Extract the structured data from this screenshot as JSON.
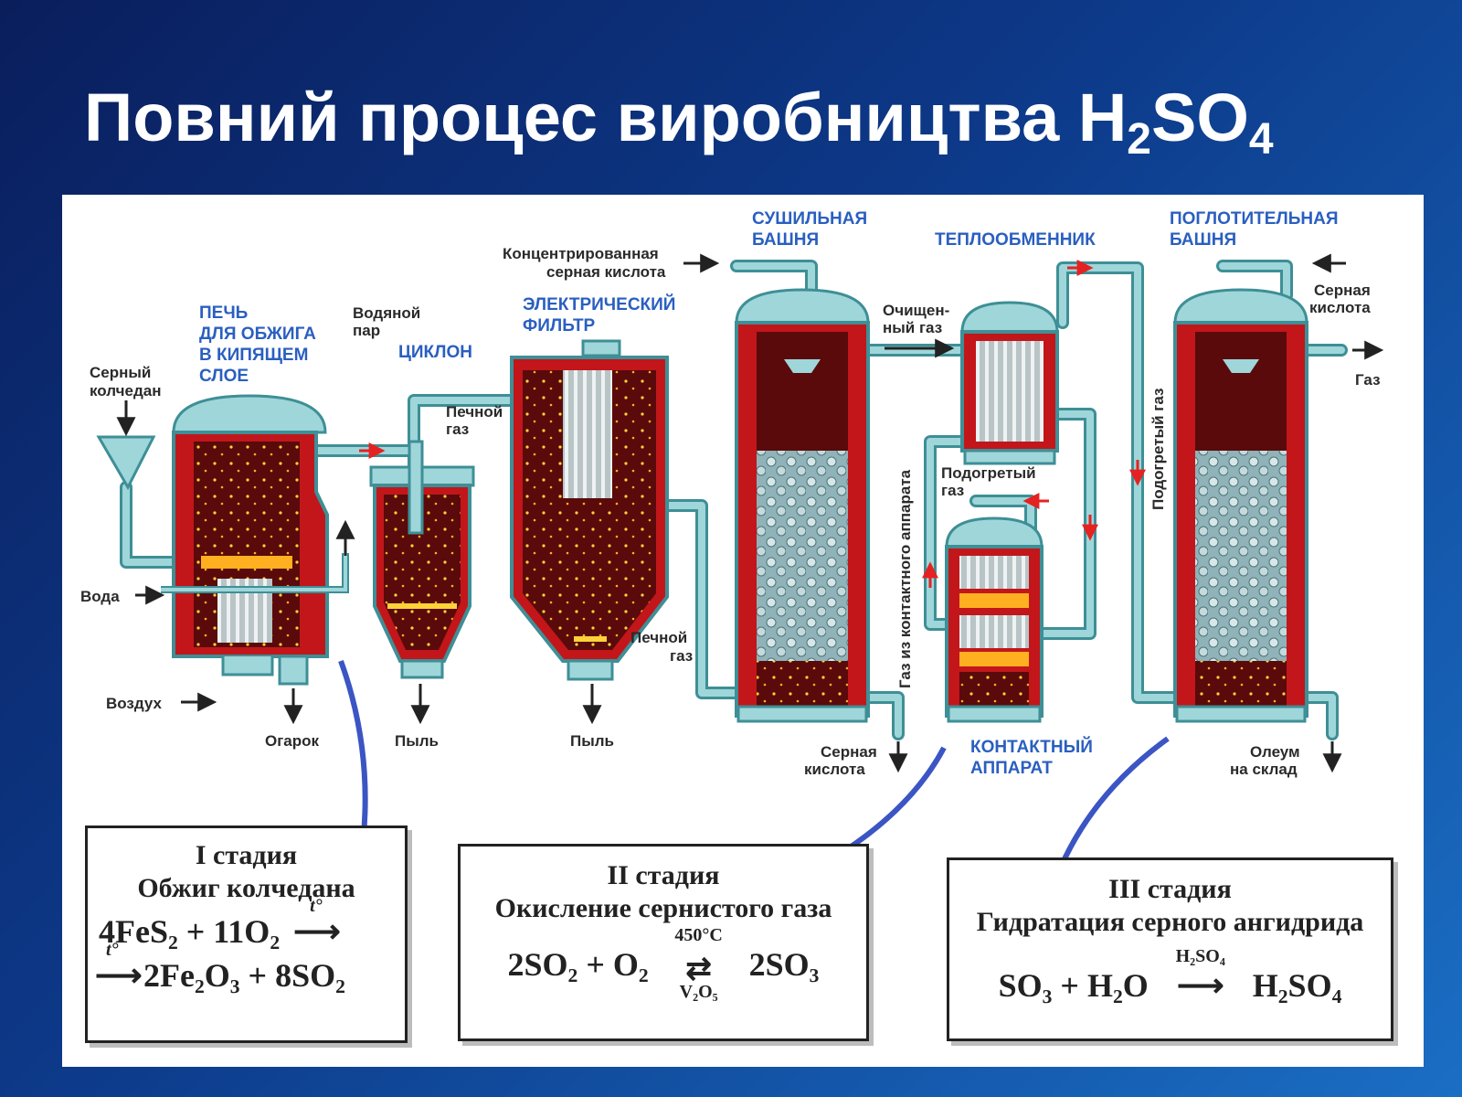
{
  "title": {
    "text_main": "Повний процес виробництва H",
    "sub_2": "2",
    "text_so": "SO",
    "sub_4": "4"
  },
  "diagram": {
    "labels": {
      "sernyi_kolchedan": [
        "Серный",
        "колчедан"
      ],
      "voda": "Вода",
      "vozdukh": "Воздух",
      "ogarok": "Огарок",
      "pech": [
        "ПЕЧЬ",
        "ДЛЯ ОБЖИГА",
        "В КИПЯЩЕМ",
        "СЛОЕ"
      ],
      "vodyanoi_par": [
        "Водяной",
        "пар"
      ],
      "tsiklon": "ЦИКЛОН",
      "pechnoi_gaz_1": [
        "Печной",
        "газ"
      ],
      "pyl_1": "Пыль",
      "elektricheskii_filtr": [
        "ЭЛЕКТРИЧЕСКИЙ",
        "ФИЛЬТР"
      ],
      "pechnoi_gaz_2": [
        "Печной",
        "газ"
      ],
      "pyl_2": "Пыль",
      "konts_kislota": [
        "Концентрированная",
        "серная кислота"
      ],
      "sushilnaya_bashnya": [
        "СУШИЛЬНАЯ",
        "БАШНЯ"
      ],
      "ochishchennyi_gaz": [
        "Очищен-",
        "ный газ"
      ],
      "sernaya_kislota_out": [
        "Серная",
        "кислота"
      ],
      "teploobmennik": "ТЕПЛООБМЕННИК",
      "podogretyi_gaz_1": [
        "Подогретый",
        "газ"
      ],
      "gaz_iz_kontaktnogo": "Газ из контактного аппарата",
      "podogretyi_gaz_2": "Подогретый газ",
      "kontaktnyi_apparat": [
        "КОНТАКТНЫЙ",
        "АППАРАТ"
      ],
      "poglotitelnaya_bashnya": [
        "ПОГЛОТИТЕЛЬНАЯ",
        "БАШНЯ"
      ],
      "sernaya_kislota_in": [
        "Серная",
        "кислота"
      ],
      "gaz_out": "Газ",
      "oleum": [
        "Олеум",
        "на склад"
      ]
    },
    "stages": [
      {
        "title": "I стадия",
        "subtitle": "Обжиг колчедана",
        "eq1": "4FeS₂ + 11O₂",
        "arrow_label": "t°",
        "eq2": "2Fe₂O₃ + 8SO₂"
      },
      {
        "title": "II стадия",
        "subtitle": "Окисление сернистого газа",
        "eq_left": "2SO₂ + O₂",
        "arrow_top": "450°C",
        "arrow_bottom": "V₂O₅",
        "eq_right": "2SO₃"
      },
      {
        "title": "III стадия",
        "subtitle": "Гидратация серного ангидрида",
        "eq_left": "SO₃ + H₂O",
        "arrow_top": "H₂SO₄",
        "eq_right": "H₂SO₄"
      }
    ],
    "colors": {
      "pipe": "#9fd6da",
      "pipe_stroke": "#3e8f96",
      "vessel_red": "#c2161b",
      "vessel_dark": "#5a0a0a",
      "flow_arrow": "#e52222",
      "label_blue": "#2a5fc0"
    }
  }
}
